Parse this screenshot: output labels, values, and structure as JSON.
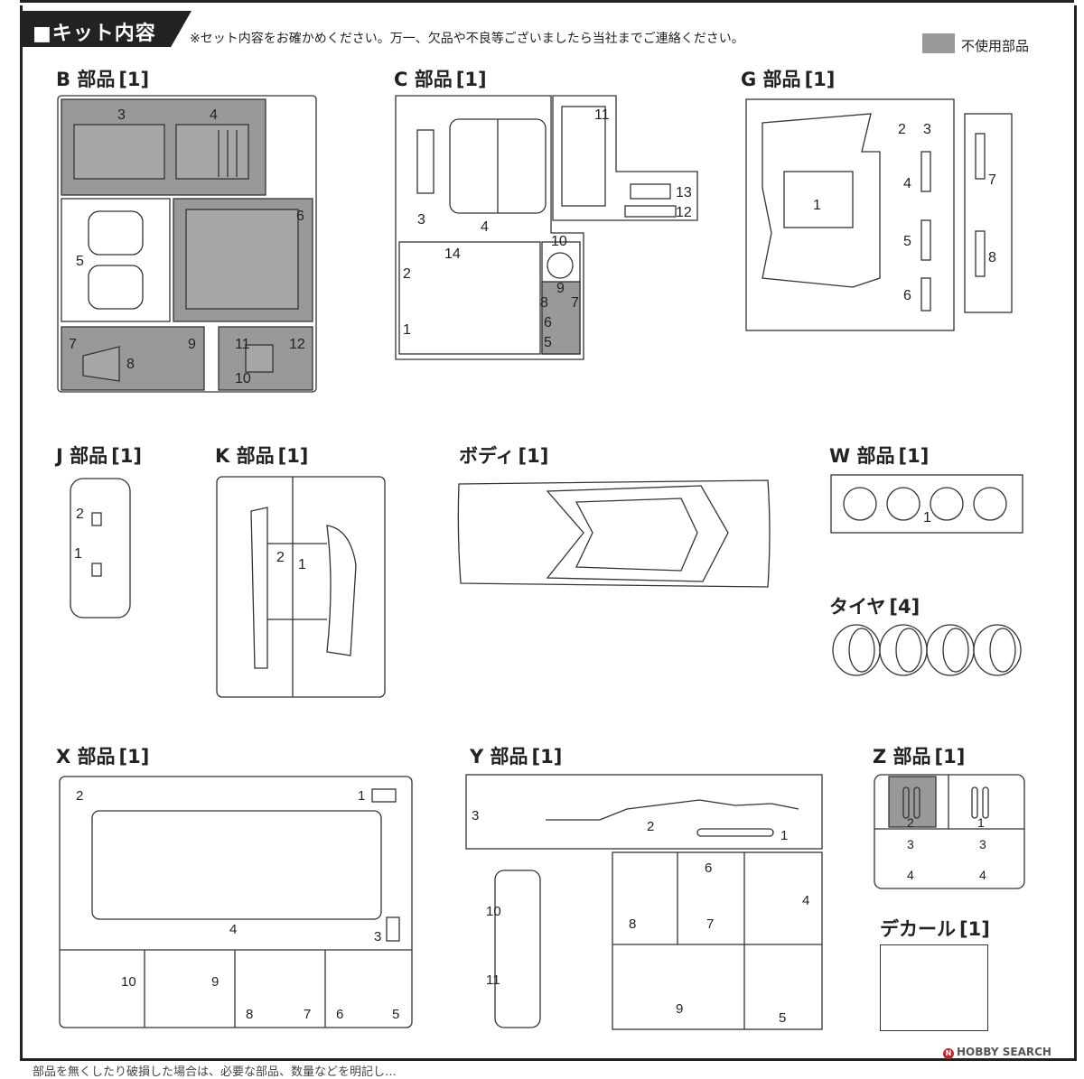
{
  "header": {
    "title": "■キット内容",
    "notice": "※セット内容をお確かめください。万一、欠品や不良等ございましたら当社までご連絡ください。",
    "legend_label": "不使用部品",
    "legend_color": "#999999"
  },
  "sections": {
    "b": {
      "name": "B 部品",
      "qty": "[1]"
    },
    "c": {
      "name": "C 部品",
      "qty": "[1]"
    },
    "g": {
      "name": "G 部品",
      "qty": "[1]"
    },
    "j": {
      "name": "J 部品",
      "qty": "[1]"
    },
    "k": {
      "name": "K 部品",
      "qty": "[1]"
    },
    "body": {
      "name": "ボディ",
      "qty": "[1]"
    },
    "w": {
      "name": "W 部品",
      "qty": "[1]"
    },
    "tire": {
      "name": "タイヤ",
      "qty": "[4]"
    },
    "x": {
      "name": "X 部品",
      "qty": "[1]"
    },
    "y": {
      "name": "Y 部品",
      "qty": "[1]"
    },
    "z": {
      "name": "Z 部品",
      "qty": "[1]"
    },
    "decal": {
      "name": "デカール",
      "qty": "[1]"
    }
  },
  "part_numbers": {
    "b": [
      "3",
      "4",
      "5",
      "6",
      "7",
      "8",
      "9",
      "11",
      "12",
      "10"
    ],
    "c": [
      "3",
      "4",
      "11",
      "13",
      "12",
      "14",
      "2",
      "1",
      "10",
      "9",
      "8",
      "7",
      "6",
      "5"
    ],
    "g": [
      "1",
      "2",
      "3",
      "4",
      "5",
      "6",
      "7",
      "8"
    ],
    "j": [
      "2",
      "1"
    ],
    "k": [
      "2",
      "1"
    ],
    "w": [
      "1"
    ],
    "x": [
      "2",
      "1",
      "4",
      "3",
      "10",
      "9",
      "8",
      "7",
      "6",
      "5"
    ],
    "y": [
      "3",
      "2",
      "1",
      "10",
      "11",
      "6",
      "8",
      "7",
      "4",
      "9",
      "5"
    ],
    "z": [
      "2",
      "1",
      "3",
      "3",
      "4",
      "4"
    ]
  },
  "watermark": "HOBBY SEARCH",
  "bottom_text": "部品を無くしたり破損した場合は、必要な部品、数量などを明記し…"
}
